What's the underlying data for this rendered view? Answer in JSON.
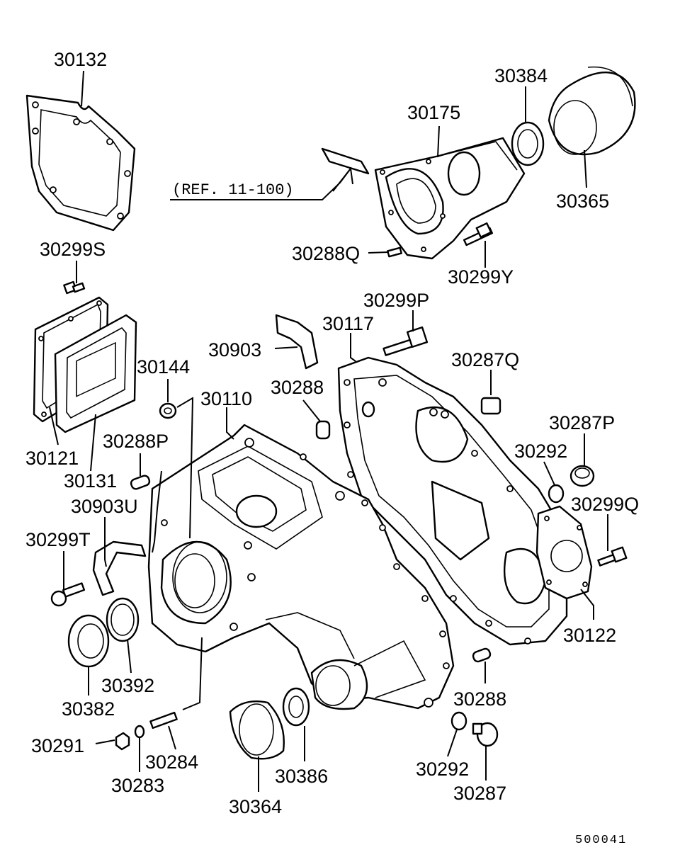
{
  "labels": {
    "l30132": "30132",
    "l30299S": "30299S",
    "l30121": "30121",
    "l30131": "30131",
    "l30144": "30144",
    "l30110": "30110",
    "l30903": "30903",
    "l30288P": "30288P",
    "l30903U": "30903U",
    "l30299T": "30299T",
    "l30382": "30382",
    "l30392": "30392",
    "l30291": "30291",
    "l30283": "30283",
    "l30284": "30284",
    "l30364": "30364",
    "l30386": "30386",
    "l30175": "30175",
    "l30384": "30384",
    "l30365": "30365",
    "l30288Q": "30288Q",
    "l30299Y": "30299Y",
    "l30299P": "30299P",
    "l30117": "30117",
    "l30288a": "30288",
    "l30287Q": "30287Q",
    "l30287P": "30287P",
    "l30292a": "30292",
    "l30299Q": "30299Q",
    "l30122": "30122",
    "l30288b": "30288",
    "l30292b": "30292",
    "l30287": "30287"
  },
  "reference": "(REF. 11-100)",
  "diagram_code": "500041"
}
